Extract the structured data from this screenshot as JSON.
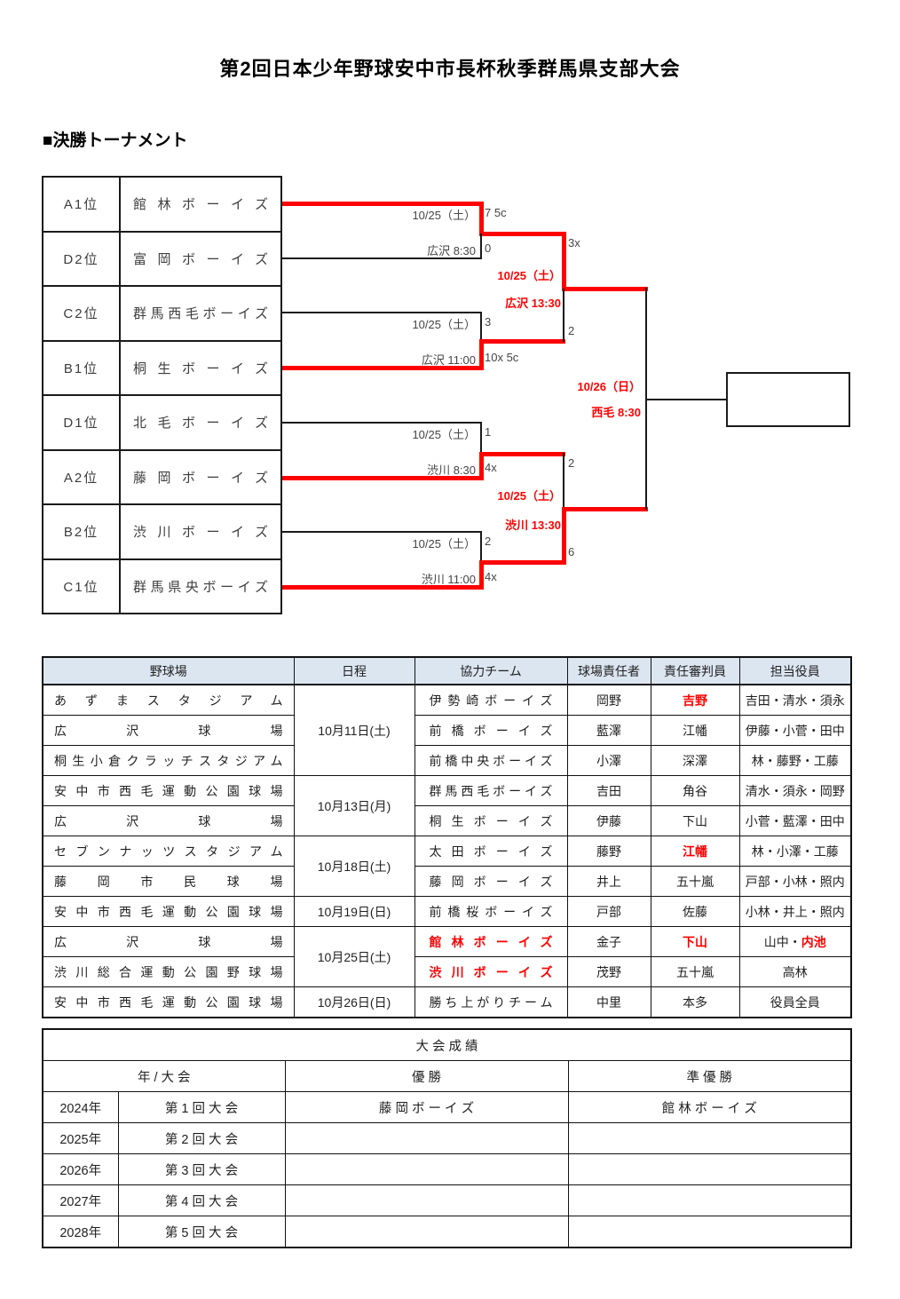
{
  "page": {
    "title": "第2回日本少年野球安中市長杯秋季群馬県支部大会",
    "section_heading": "■決勝トーナメント"
  },
  "colors": {
    "accent_red": "#ff0000",
    "header_blue": "#dce6f1",
    "line_black": "#1a1a1a"
  },
  "bracket": {
    "seeds": [
      {
        "seed": "A1位",
        "team": "館林ボーイズ"
      },
      {
        "seed": "D2位",
        "team": "富岡ボーイズ"
      },
      {
        "seed": "C2位",
        "team": "群馬西毛ボーイズ"
      },
      {
        "seed": "B1位",
        "team": "桐生ボーイズ"
      },
      {
        "seed": "D1位",
        "team": "北毛ボーイズ"
      },
      {
        "seed": "A2位",
        "team": "藤岡ボーイズ"
      },
      {
        "seed": "B2位",
        "team": "渋川ボーイズ"
      },
      {
        "seed": "C1位",
        "team": "群馬県央ボーイズ"
      }
    ],
    "round1": [
      {
        "date": "10/25（土）",
        "venue_time": "広沢 8:30",
        "score_top": "7 5c",
        "score_bottom": "0",
        "winner": "top"
      },
      {
        "date": "10/25（土）",
        "venue_time": "広沢 11:00",
        "score_top": "3",
        "score_bottom": "10x 5c",
        "winner": "bottom"
      },
      {
        "date": "10/25（土）",
        "venue_time": "渋川 8:30",
        "score_top": "1",
        "score_bottom": "4x",
        "winner": "bottom"
      },
      {
        "date": "10/25（土）",
        "venue_time": "渋川 11:00",
        "score_top": "2",
        "score_bottom": "4x",
        "winner": "bottom"
      }
    ],
    "semifinals": [
      {
        "date": "10/25（土）",
        "venue_time": "広沢 13:30",
        "score_top": "3x",
        "score_bottom": "2",
        "winner": "top"
      },
      {
        "date": "10/25（土）",
        "venue_time": "渋川 13:30",
        "score_top": "2",
        "score_bottom": "6",
        "winner": "bottom"
      }
    ],
    "final": {
      "date": "10/26（日）",
      "venue_time": "西毛 8:30"
    }
  },
  "venue_table": {
    "headers": [
      "野球場",
      "日程",
      "協力チーム",
      "球場責任者",
      "責任審判員",
      "担当役員"
    ],
    "rows": [
      {
        "venue": "あずまスタジアム",
        "date": "10月11日(土)",
        "date_rowspan": 3,
        "team": "伊勢崎ボーイズ",
        "manager": "岡野",
        "umpire": "吉野",
        "umpire_red": true,
        "officials": [
          {
            "t": "吉田・清水・須永"
          }
        ]
      },
      {
        "venue": "広沢球場",
        "team": "前橋ボーイズ",
        "manager": "藍澤",
        "umpire": "江幡",
        "officials": [
          {
            "t": "伊藤・小菅・田中"
          }
        ]
      },
      {
        "venue": "桐生小倉クラッチスタジアム",
        "team": "前橋中央ボーイズ",
        "manager": "小澤",
        "umpire": "深澤",
        "officials": [
          {
            "t": "林・藤野・工藤"
          }
        ]
      },
      {
        "venue": "安中市西毛運動公園球場",
        "date": "10月13日(月)",
        "date_rowspan": 2,
        "team": "群馬西毛ボーイズ",
        "manager": "吉田",
        "umpire": "角谷",
        "officials": [
          {
            "t": "清水・須永・岡野"
          }
        ]
      },
      {
        "venue": "広沢球場",
        "team": "桐生ボーイズ",
        "manager": "伊藤",
        "umpire": "下山",
        "officials": [
          {
            "t": "小菅・藍澤・田中"
          }
        ]
      },
      {
        "venue": "セブンナッツスタジアム",
        "date": "10月18日(土)",
        "date_rowspan": 2,
        "team": "太田ボーイズ",
        "manager": "藤野",
        "umpire": "江幡",
        "umpire_red": true,
        "officials": [
          {
            "t": "林・小澤・工藤"
          }
        ]
      },
      {
        "venue": "藤岡市民球場",
        "team": "藤岡ボーイズ",
        "manager": "井上",
        "umpire": "五十嵐",
        "officials": [
          {
            "t": "戸部・小林・照内"
          }
        ]
      },
      {
        "venue": "安中市西毛運動公園球場",
        "date": "10月19日(日)",
        "date_rowspan": 1,
        "team": "前橋桜ボーイズ",
        "manager": "戸部",
        "umpire": "佐藤",
        "officials": [
          {
            "t": "小林・井上・照内"
          }
        ]
      },
      {
        "venue": "広沢球場",
        "date": "10月25日(土)",
        "date_rowspan": 2,
        "team": "館林ボーイズ",
        "team_red": true,
        "manager": "金子",
        "umpire": "下山",
        "umpire_red": true,
        "officials": [
          {
            "t": "山中・"
          },
          {
            "t": "内池",
            "red": true
          }
        ]
      },
      {
        "venue": "渋川総合運動公園野球場",
        "team": "渋川ボーイズ",
        "team_red": true,
        "manager": "茂野",
        "umpire": "五十嵐",
        "officials": [
          {
            "t": "高林"
          }
        ]
      },
      {
        "venue": "安中市西毛運動公園球場",
        "date": "10月26日(日)",
        "date_rowspan": 1,
        "team": "勝ち上がりチーム",
        "manager": "中里",
        "umpire": "本多",
        "officials": [
          {
            "t": "役員全員"
          }
        ]
      }
    ]
  },
  "results_table": {
    "title": "大 会 成 績",
    "headers": [
      "年 / 大 会",
      "優 勝",
      "準 優 勝"
    ],
    "rows": [
      {
        "year": "2024年",
        "event": "第 1 回 大 会",
        "champion": "藤 岡 ボ ー イ ズ",
        "runner_up": "館 林 ボ ー イ ズ"
      },
      {
        "year": "2025年",
        "event": "第 2 回 大 会",
        "champion": "",
        "runner_up": ""
      },
      {
        "year": "2026年",
        "event": "第 3 回 大 会",
        "champion": "",
        "runner_up": ""
      },
      {
        "year": "2027年",
        "event": "第 4 回 大 会",
        "champion": "",
        "runner_up": ""
      },
      {
        "year": "2028年",
        "event": "第 5 回 大 会",
        "champion": "",
        "runner_up": ""
      }
    ]
  }
}
